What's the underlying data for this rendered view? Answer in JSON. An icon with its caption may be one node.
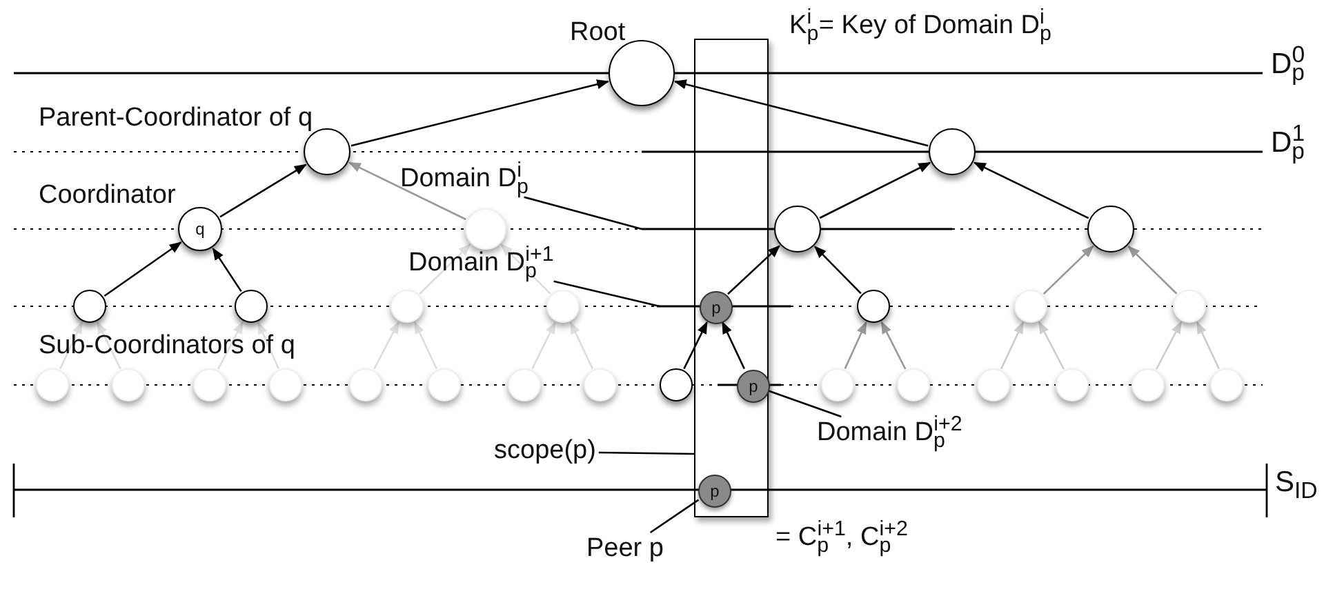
{
  "diagram": {
    "nodes": [
      {
        "text": [],
        "shape": "circle",
        "beside": [
          "Root"
        ]
      },
      {
        "text": [],
        "shape": "box"
      },
      {
        "text": [],
        "shape": "circle",
        "beside": [
          "Parent-Coordinator of q"
        ]
      },
      {
        "text": [],
        "shape": "circle"
      },
      {
        "text": [
          "q"
        ],
        "beside": [
          "Coordinator"
        ]
      },
      {
        "text": [
          "Domain D$_{p}$$^{i}$"
        ]
      },
      {
        "text": [],
        "shape": "circle"
      },
      {
        "text": [],
        "shape": "circle"
      },
      {
        "text": [],
        "shape": "circle"
      },
      {
        "text": [
          "Domain D$_{p}$$^{i+1}$"
        ]
      },
      {
        "text": [],
        "shape": "circle"
      },
      {
        "text": [],
        "shape": "circle"
      },
      {
        "text": [],
        "shape": "circle"
      },
      {
        "text": [],
        "shape": "circle"
      },
      {
        "text": [
          "p"
        ],
        "in": 1
      },
      {
        "text": [],
        "shape": "circle"
      },
      {
        "text": [],
        "shape": "circle"
      },
      {
        "text": [],
        "shape": "circle"
      },
      {
        "text": [],
        "shape": "circle"
      },
      {
        "text": [],
        "shape": "circle"
      },
      {
        "text": [],
        "shape": "circle"
      },
      {
        "text": [],
        "shape": "circle"
      },
      {
        "text": [],
        "shape": "circle"
      },
      {
        "text": [],
        "shape": "circle"
      },
      {
        "text": [],
        "shape": "circle"
      },
      {
        "text": [],
        "shape": "circle"
      },
      {
        "text": [],
        "shape": "circle"
      },
      {
        "text": [
          "p"
        ],
        "in": 1
      },
      {
        "text": [],
        "shape": "circle"
      },
      {
        "text": [],
        "shape": "circle"
      },
      {
        "text": [],
        "shape": "circle"
      },
      {
        "text": [],
        "shape": "circle"
      },
      {
        "text": [],
        "shape": "circle"
      },
      {
        "text": [],
        "shape": "circle"
      },
      {
        "text": [
          "Domain D$_{p}$$^{i+2}$"
        ]
      },
      {
        "text": [
          "scope(p)"
        ]
      },
      {
        "text": [
          "p"
        ],
        "in": 1
      },
      {
        "text": [
          "Peer p"
        ]
      }
    ],
    "edges": [
      {
        "from": 2,
        "to": 0,
        "arrow": "to"
      },
      {
        "from": 3,
        "to": 0,
        "arrow": "to"
      },
      {
        "from": 4,
        "to": 2,
        "arrow": "to"
      },
      {
        "from": 6,
        "to": 2,
        "arrow": "to",
        "color": "#999999"
      },
      {
        "from": 7,
        "to": 3,
        "arrow": "to"
      },
      {
        "from": 8,
        "to": 3,
        "arrow": "to"
      },
      {
        "from": 10,
        "to": 4,
        "arrow": "to"
      },
      {
        "from": 11,
        "to": 4,
        "arrow": "to"
      },
      {
        "from": 12,
        "to": 6,
        "arrow": "to",
        "color": "#dddddd"
      },
      {
        "from": 13,
        "to": 6,
        "arrow": "to",
        "color": "#dddddd"
      },
      {
        "from": 14,
        "to": 7,
        "arrow": "to"
      },
      {
        "from": 15,
        "to": 7,
        "arrow": "to"
      },
      {
        "from": 16,
        "to": 8,
        "arrow": "to",
        "color": "#999999"
      },
      {
        "from": 17,
        "to": 8,
        "arrow": "to",
        "color": "#999999"
      },
      {
        "from": 18,
        "to": 10,
        "arrow": "to",
        "color": "#dddddd"
      },
      {
        "from": 19,
        "to": 10,
        "arrow": "to",
        "color": "#dddddd"
      },
      {
        "from": 20,
        "to": 11,
        "arrow": "to",
        "color": "#dddddd"
      },
      {
        "from": 21,
        "to": 11,
        "arrow": "to",
        "color": "#dddddd"
      },
      {
        "from": 22,
        "to": 12,
        "arrow": "to",
        "color": "#dddddd"
      },
      {
        "from": 23,
        "to": 12,
        "arrow": "to",
        "color": "#dddddd"
      },
      {
        "from": 24,
        "to": 13,
        "arrow": "to",
        "color": "#dddddd"
      },
      {
        "from": 25,
        "to": 13,
        "arrow": "to",
        "color": "#dddddd"
      },
      {
        "from": 26,
        "to": 14,
        "arrow": "to"
      },
      {
        "from": 27,
        "to": 14,
        "arrow": "to"
      },
      {
        "from": 28,
        "to": 15,
        "arrow": "to",
        "color": "#999999"
      },
      {
        "from": 29,
        "to": 15,
        "arrow": "to",
        "color": "#999999"
      },
      {
        "from": 30,
        "to": 16,
        "arrow": "to",
        "color": "#cccccc"
      },
      {
        "from": 31,
        "to": 16,
        "arrow": "to",
        "color": "#cccccc"
      },
      {
        "from": 32,
        "to": 17,
        "arrow": "to",
        "color": "#cccccc"
      },
      {
        "from": 33,
        "to": 17,
        "arrow": "to",
        "color": "#cccccc"
      },
      {
        "from": 5,
        "to": null,
        "arrow": "none"
      },
      {
        "from": 9,
        "to": null,
        "arrow": "none"
      },
      {
        "from": 34,
        "to": 27,
        "arrow": "none"
      },
      {
        "from": 35,
        "to": 1,
        "arrow": "none"
      },
      {
        "from": 37,
        "to": 36,
        "arrow": "none"
      }
    ],
    "labels": [
      "K$_{p}$$^{i}$ = Key of Domain D$_{p}$$^{i}$",
      "D$_{p}$$^{0}$",
      "D$_{p}$$^{1}$",
      "Sub-Coordinators of q",
      "S$_{ID}$",
      "= C$_{p}$$^{i+1}$, C$_{p}$$^{i+2}$"
    ]
  }
}
